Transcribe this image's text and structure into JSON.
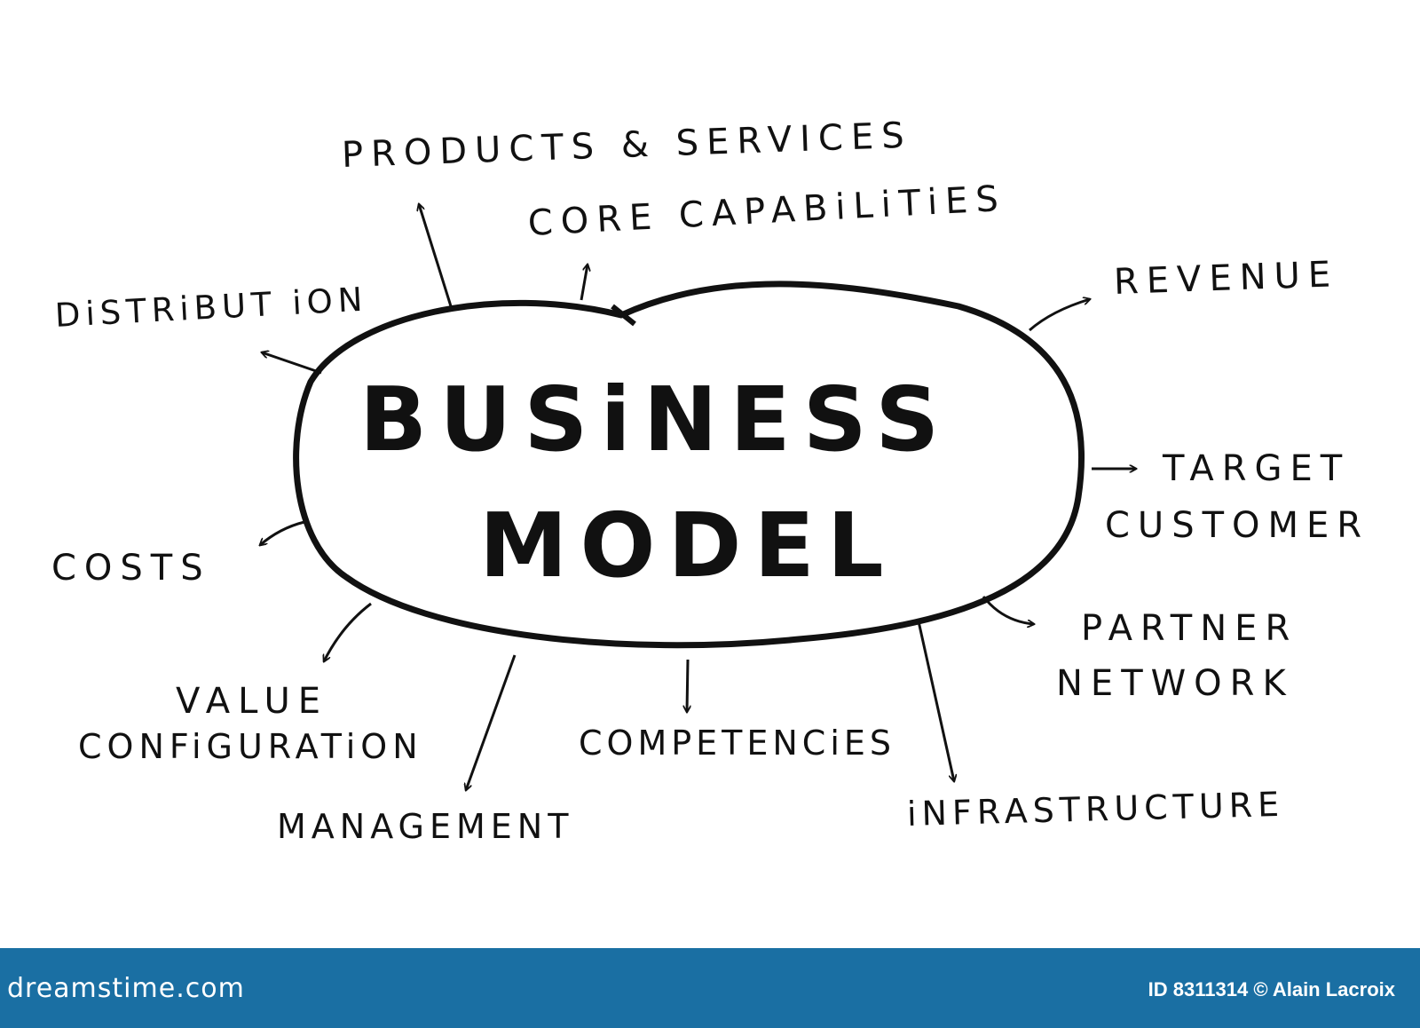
{
  "center": {
    "line1": "BUSiNESS",
    "line2": "MODEL"
  },
  "labels": {
    "products_services": "PRODUCTS & SERVICES",
    "core_capabilities": "CORE CAPABiLiTiES",
    "distribution": "DiSTRiBUT iON",
    "revenue": "REVENUE",
    "target": "TARGET",
    "customer": "CUSTOMER",
    "costs": "COSTS",
    "partner": "PARTNER",
    "network": "NETWORK",
    "value": "VALUE",
    "configuration": "CONFiGURATiON",
    "competencies": "COMPETENCiES",
    "management": "MANAGEMENT",
    "infrastructure": "iNFRASTRUCTURE"
  },
  "footer": {
    "site": "dreamstime.com",
    "credit": "ID 8311314 © Alain Lacroix"
  },
  "colors": {
    "ink": "#111111",
    "footer_bg": "#1a6fa3",
    "footer_text": "#ffffff"
  }
}
